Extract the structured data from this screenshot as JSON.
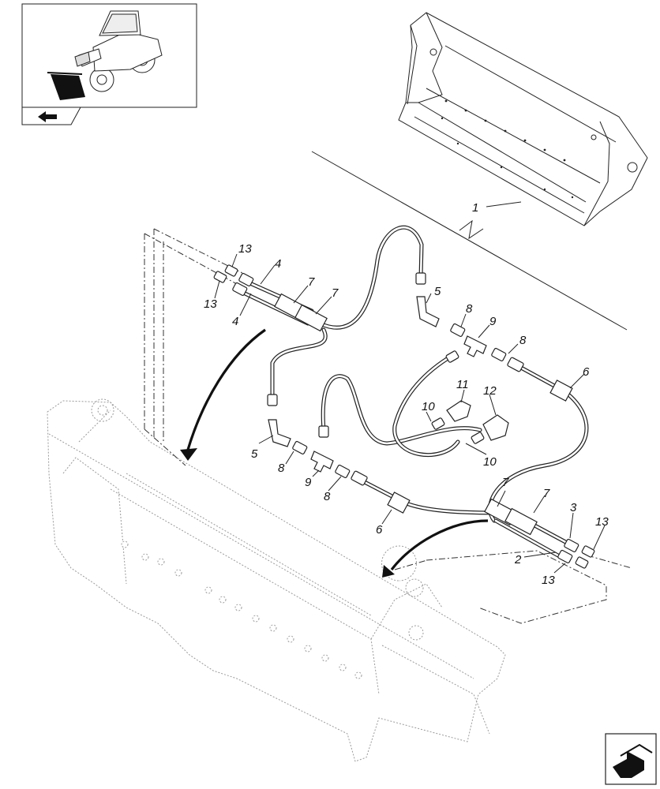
{
  "callouts": [
    {
      "id": "c1",
      "label": "1"
    },
    {
      "id": "c13a",
      "label": "13"
    },
    {
      "id": "c13b",
      "label": "13"
    },
    {
      "id": "c4a",
      "label": "4"
    },
    {
      "id": "c4b",
      "label": "4"
    },
    {
      "id": "c7a",
      "label": "7"
    },
    {
      "id": "c7b",
      "label": "7"
    },
    {
      "id": "c5a",
      "label": "5"
    },
    {
      "id": "c8a",
      "label": "8"
    },
    {
      "id": "c9a",
      "label": "9"
    },
    {
      "id": "c8b",
      "label": "8"
    },
    {
      "id": "c6a",
      "label": "6"
    },
    {
      "id": "c11",
      "label": "11"
    },
    {
      "id": "c12",
      "label": "12"
    },
    {
      "id": "c10a",
      "label": "10"
    },
    {
      "id": "c10b",
      "label": "10"
    },
    {
      "id": "c5b",
      "label": "5"
    },
    {
      "id": "c8c",
      "label": "8"
    },
    {
      "id": "c9b",
      "label": "9"
    },
    {
      "id": "c8d",
      "label": "8"
    },
    {
      "id": "c6b",
      "label": "6"
    },
    {
      "id": "c7c",
      "label": "7"
    },
    {
      "id": "c7d",
      "label": "7"
    },
    {
      "id": "c3",
      "label": "3"
    },
    {
      "id": "c13c",
      "label": "13"
    },
    {
      "id": "c2",
      "label": "2"
    },
    {
      "id": "c13d",
      "label": "13"
    }
  ],
  "icons": {
    "thumbnail": "wheel-loader-thumbnail-icon",
    "back": "back-arrow-icon",
    "next": "next-page-arrow-icon"
  }
}
